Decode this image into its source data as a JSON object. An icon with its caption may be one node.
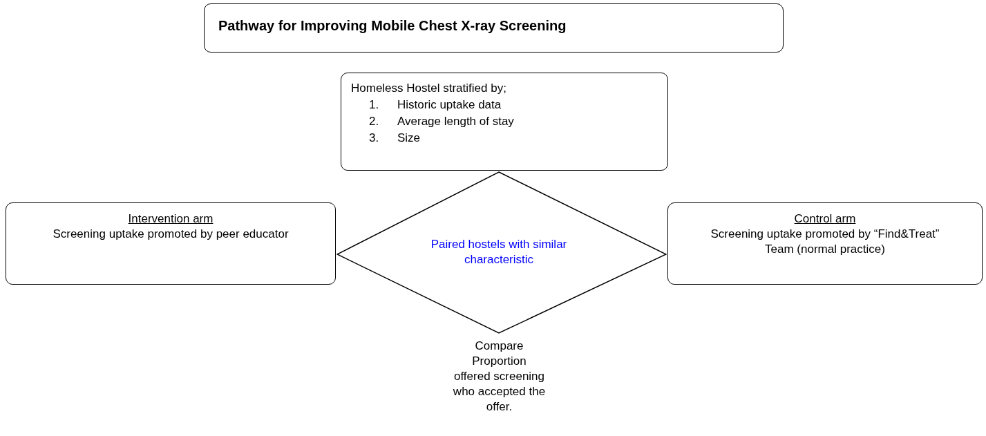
{
  "diagram": {
    "nodes": [
      {
        "text": [
          "Pathway for Improving Mobile Chest X-ray Screening"
        ]
      },
      {
        "text": [
          "Homeless Hostel stratified by;",
          "1. Historic uptake data",
          "2. Average length of stay",
          "3. Size"
        ]
      },
      {
        "text": [
          "Intervention arm",
          "Screening uptake promoted by peer educator"
        ]
      },
      {
        "text": [
          "Paired hostels with similar characteristic"
        ],
        "beside": [
          "Compare Proportion offered screening who accepted the offer."
        ]
      },
      {
        "text": [
          "Control arm",
          "Screening uptake promoted by “Find&Treat” Team (normal practice)"
        ]
      }
    ],
    "edges": []
  }
}
